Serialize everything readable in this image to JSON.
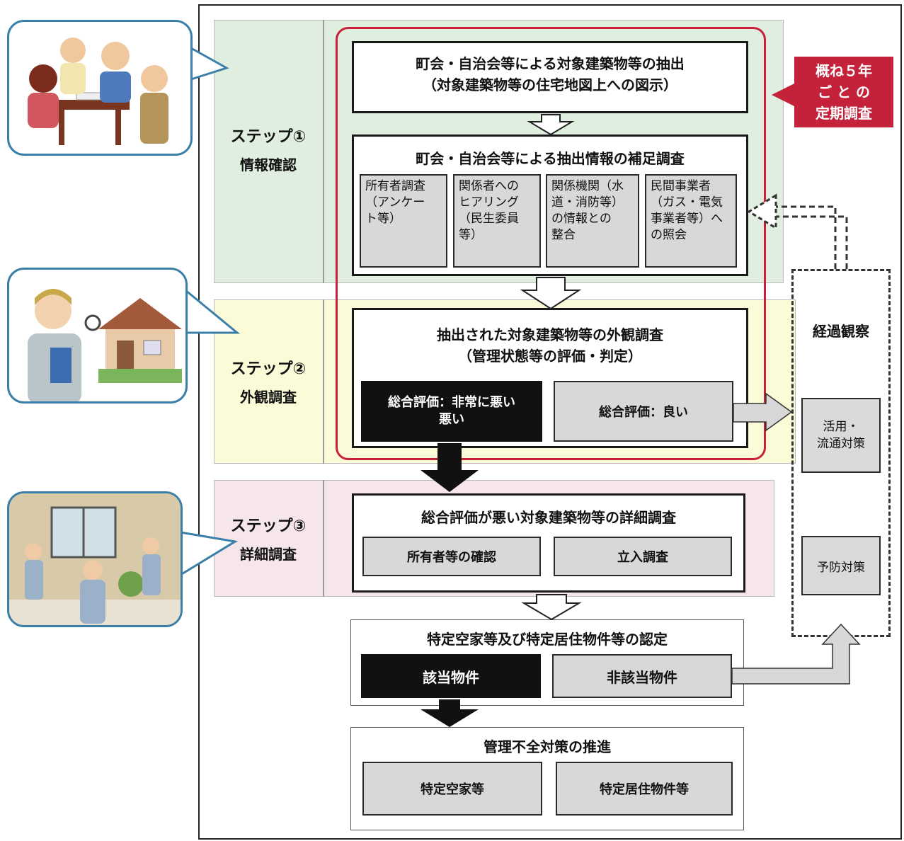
{
  "steps": [
    {
      "label": "ステップ①",
      "sub": "情報確認"
    },
    {
      "label": "ステップ②",
      "sub": "外観調査"
    },
    {
      "label": "ステップ③",
      "sub": "詳細調査"
    }
  ],
  "cycle_note": "概ね５年\nご と の\n定期調査",
  "extraction": {
    "line1": "町会・自治会等による対象建築物等の抽出",
    "line2": "（対象建築物等の住宅地図上への図示）"
  },
  "supplement": {
    "title": "町会・自治会等による抽出情報の補足調査",
    "items": [
      "所有者調査\n（アンケー\nト等）",
      "関係者への\nヒアリング\n（民生委員\n等）",
      "関係機関（水\n道・消防等）\nの情報との\n整合",
      "民間事業者\n（ガス・電気\n事業者等）へ\nの照会"
    ]
  },
  "exterior": {
    "line1": "抽出された対象建築物等の外観調査",
    "line2": "（管理状態等の評価・判定）",
    "bad": "総合評価：非常に悪い\n悪い",
    "good": "総合評価：良い"
  },
  "detail": {
    "title": "総合評価が悪い対象建築物等の詳細調査",
    "items": [
      "所有者等の確認",
      "立入調査"
    ]
  },
  "certification": {
    "title": "特定空家等及び特定居住物件等の認定",
    "applicable": "該当物件",
    "not_applicable": "非該当物件"
  },
  "promotion": {
    "title": "管理不全対策の推進",
    "items": [
      "特定空家等",
      "特定居住物件等"
    ]
  },
  "observation": {
    "title": "経過観察",
    "items": [
      "活用・\n流通対策",
      "予防対策"
    ]
  },
  "colors": {
    "step1_bg": "#dfeede",
    "step2_bg": "#fbfbd8",
    "step3_bg": "#f6e6ea",
    "red": "#c8203a",
    "bubble_border": "#3b7fa8"
  }
}
